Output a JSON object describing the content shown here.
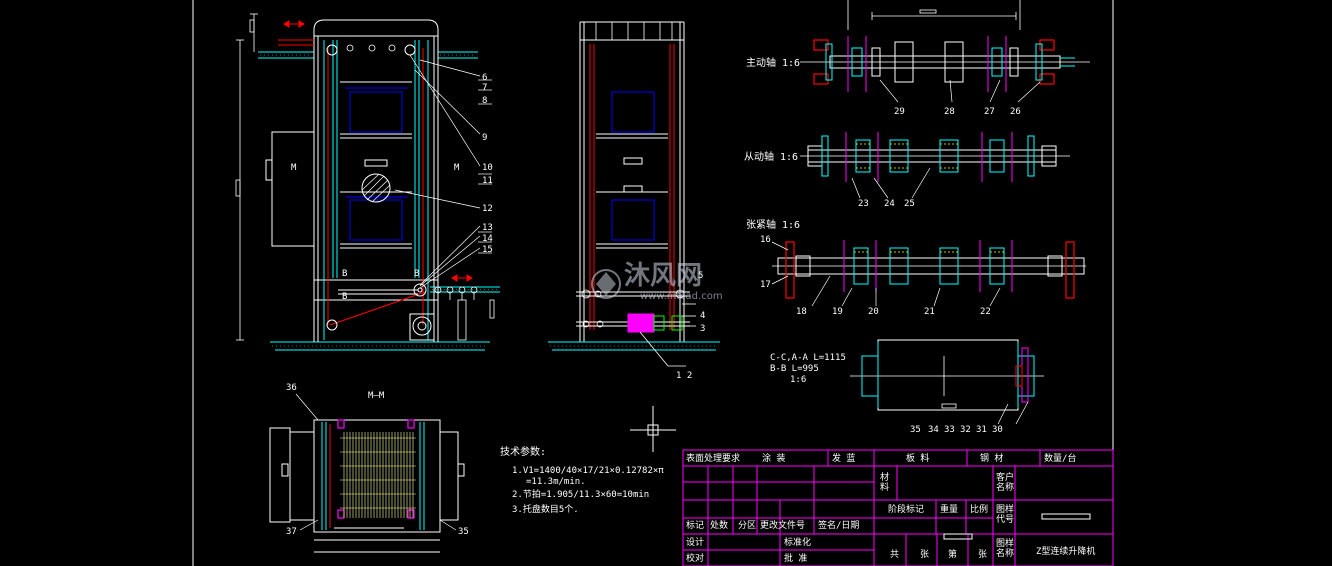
{
  "views": {
    "section_mm": "M—M",
    "label_m": "M",
    "label_b": "B"
  },
  "shafts": {
    "drive": "主动轴 1:6",
    "driven": "从动轴 1:6",
    "tension": "张紧轴 1:6",
    "roller_l1": "C-C,A-A L=1115",
    "roller_l2": "B-B  L=995",
    "roller_scale": "1:6"
  },
  "callouts": {
    "front": [
      "6",
      "7",
      "8",
      "9",
      "10",
      "11",
      "12",
      "13",
      "14",
      "15"
    ],
    "side": [
      "5",
      "4",
      "3",
      "1 2"
    ],
    "drive": [
      "29",
      "28",
      "27",
      "26"
    ],
    "driven": [
      "23",
      "24",
      "25"
    ],
    "tension": [
      "16",
      "17",
      "18",
      "19",
      "20",
      "21",
      "22"
    ],
    "roller": [
      "35",
      "34",
      "33",
      "32",
      "31",
      "30"
    ],
    "plan": [
      "36",
      "37",
      "35"
    ]
  },
  "tech_params": {
    "title": "技术参数:",
    "line1": "1.V1=1400/40×17/21×0.12782×π",
    "line1b": "=11.3m/min.",
    "line2": "2.节拍=1.905/11.3×60=10min",
    "line3": "3.托盘数目5个."
  },
  "title_block": {
    "surface": "表面处理要求",
    "paint": "涂  装",
    "release": "发  蓝",
    "plate": "板  料",
    "steel": "钢  材",
    "qty": "数量/台",
    "material": "材\n料",
    "client": "客户\n名称",
    "mark": "标记",
    "count": "处数",
    "zone": "分区",
    "change_no": "更改文件号",
    "sign_date": "签名/日期",
    "stage": "阶段标记",
    "weight": "重量",
    "scale": "比例",
    "drawing_no": "图样\n代号",
    "design": "设计",
    "standard": "标准化",
    "check": "校对",
    "approve": "批  准",
    "total": "共",
    "sheets": "张",
    "page": "第",
    "sheet2": "张",
    "drawing_name": "图样\n名称",
    "product_name": "Z型连续升降机"
  },
  "watermark": {
    "brand": "沐风网",
    "url": "www.mfcad.com"
  },
  "colors": {
    "background": "#000000",
    "frame": "#ffffff",
    "title_block": "#ff00ff",
    "steel": "#00ffff",
    "chain": "#ff0000",
    "tray": "#0000ff",
    "motor": "#ff00ff",
    "hatch": "#ffff00"
  }
}
